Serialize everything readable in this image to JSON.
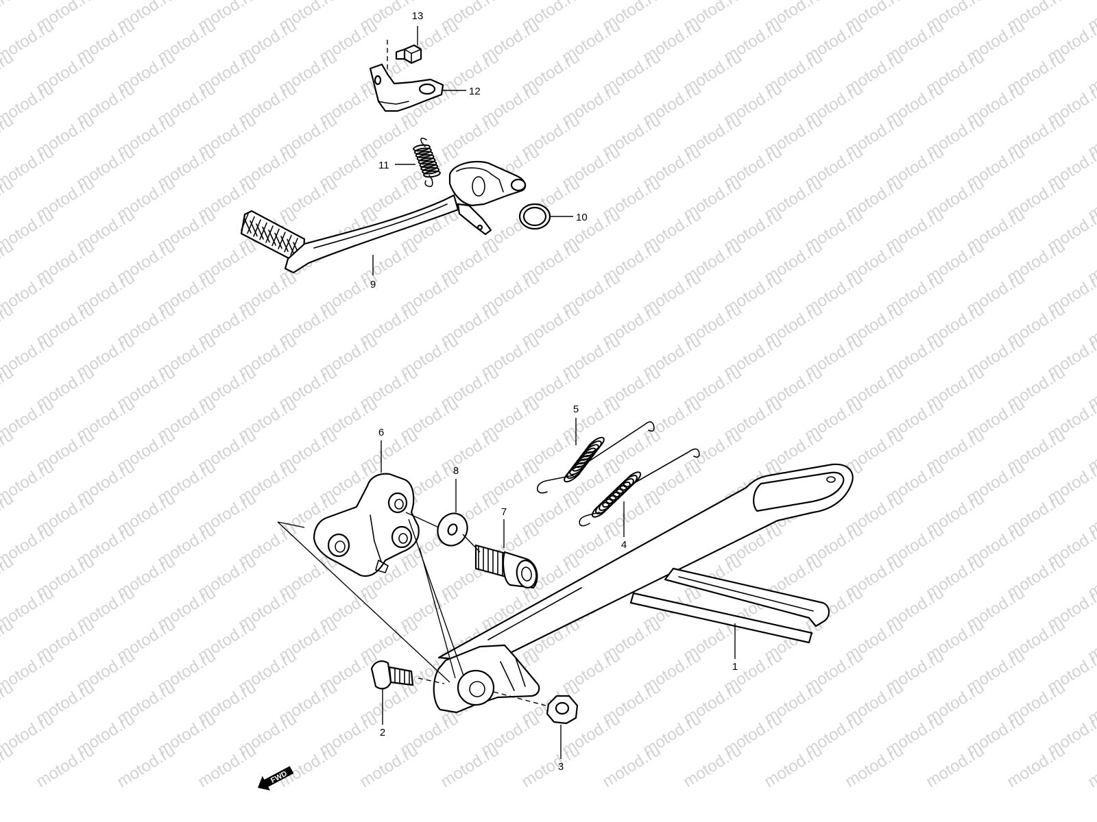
{
  "watermark": "motod.ru",
  "callouts": [
    "1",
    "2",
    "3",
    "4",
    "5",
    "6",
    "7",
    "8",
    "9",
    "10",
    "11",
    "12",
    "13"
  ],
  "fwd_label": "FWD"
}
